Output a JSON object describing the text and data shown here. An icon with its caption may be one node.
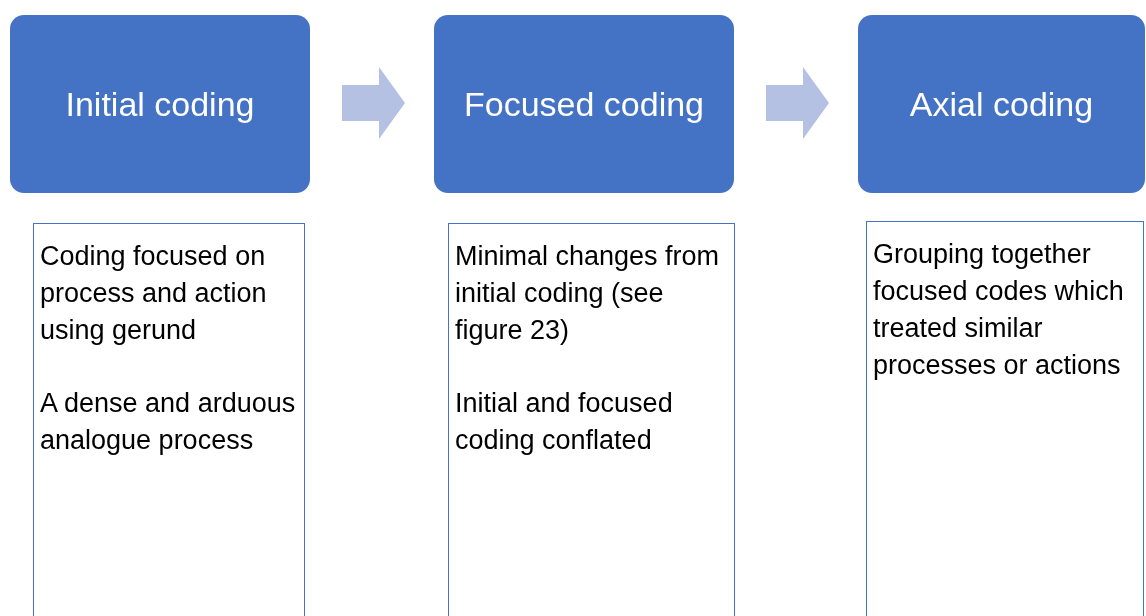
{
  "diagram": {
    "nodes": [
      {
        "text": [
          "Initial coding"
        ]
      },
      {
        "text": [
          "Focused coding"
        ]
      },
      {
        "text": [
          "Axial coding"
        ]
      },
      {
        "text": [
          "Coding focused on process and action using gerund",
          "A dense and arduous analogue process"
        ]
      },
      {
        "text": [
          "Minimal changes from initial coding (see figure 23)",
          "Initial and focused coding conflated"
        ]
      },
      {
        "text": [
          "Grouping together focused codes which treated similar processes or actions"
        ]
      }
    ],
    "edges": [
      {
        "from": 0,
        "to": 1,
        "arrow": "to"
      },
      {
        "from": 1,
        "to": 2,
        "arrow": "to"
      }
    ]
  }
}
